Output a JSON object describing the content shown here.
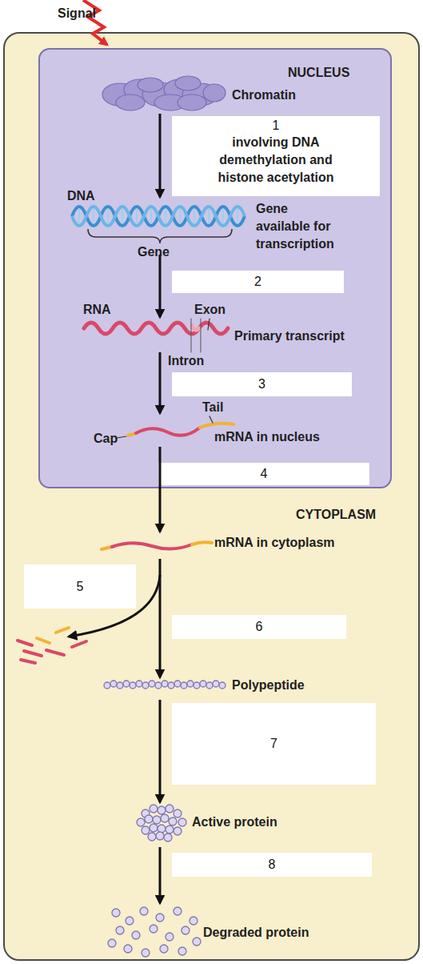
{
  "diagram": {
    "nodes": [
      {
        "text": [
          "CYTOPLASM"
        ]
      },
      {
        "text": [
          "NUCLEUS"
        ],
        "in": 0
      },
      {
        "text": [
          "1",
          "involving DNA demethylation and histone acetylation"
        ],
        "in": 1
      },
      {
        "text": [
          "2"
        ],
        "in": 1
      },
      {
        "text": [
          "3"
        ],
        "in": 1
      },
      {
        "text": [
          "4"
        ],
        "in": 1
      },
      {
        "text": [
          "5"
        ],
        "in": 0
      },
      {
        "text": [
          "6"
        ],
        "in": 0
      },
      {
        "text": [
          "7"
        ],
        "in": 0
      },
      {
        "text": [
          "8"
        ],
        "in": 0
      }
    ],
    "labels": [
      "Signal",
      "Chromatin",
      "DNA",
      "Gene",
      "Gene available for transcription",
      "RNA",
      "Exon",
      "Intron",
      "Primary transcript",
      "Tail",
      "Cap",
      "mRNA in nucleus",
      "mRNA in cytoplasm",
      "Polypeptide",
      "Active protein",
      "Degraded protein"
    ]
  }
}
